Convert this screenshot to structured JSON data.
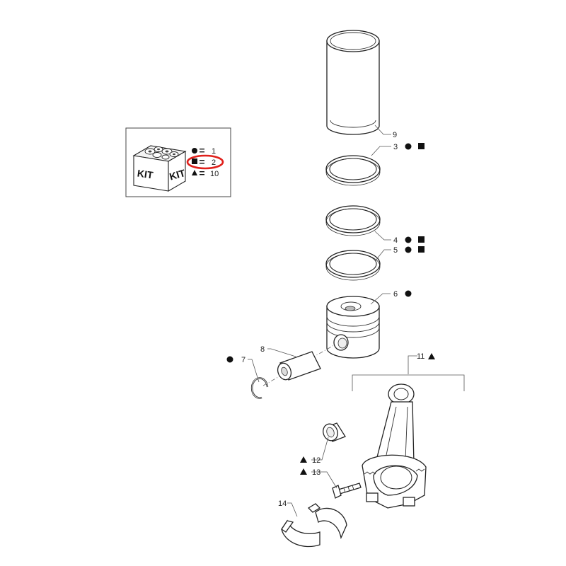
{
  "kit_legend": {
    "kit_text_1": "KIT",
    "kit_text_2": "KIT",
    "entries": [
      {
        "symbol": "circle",
        "value": "1"
      },
      {
        "symbol": "square",
        "value": "2"
      },
      {
        "symbol": "triangle",
        "value": "10"
      }
    ],
    "highlighted_entry": "square",
    "highlight_color": "#e0201b"
  },
  "callouts": [
    {
      "id": "9",
      "number": "9",
      "symbols": []
    },
    {
      "id": "3",
      "number": "3",
      "symbols": [
        "circle",
        "square"
      ]
    },
    {
      "id": "4",
      "number": "4",
      "symbols": [
        "circle",
        "square"
      ]
    },
    {
      "id": "5",
      "number": "5",
      "symbols": [
        "circle",
        "square"
      ]
    },
    {
      "id": "6",
      "number": "6",
      "symbols": [
        "circle"
      ]
    },
    {
      "id": "8",
      "number": "8",
      "symbols": []
    },
    {
      "id": "7",
      "number": "7",
      "symbols": [
        "circle"
      ]
    },
    {
      "id": "11",
      "number": "11",
      "symbols": [
        "triangle"
      ]
    },
    {
      "id": "12",
      "number": "12",
      "symbols": [
        "triangle"
      ]
    },
    {
      "id": "13",
      "number": "13",
      "symbols": [
        "triangle"
      ]
    },
    {
      "id": "14",
      "number": "14",
      "symbols": []
    }
  ],
  "icons": {
    "circle": "filled-circle-icon",
    "square": "filled-square-icon",
    "triangle": "filled-triangle-icon"
  },
  "colors": {
    "line": "#222222",
    "highlight": "#e0201b"
  }
}
